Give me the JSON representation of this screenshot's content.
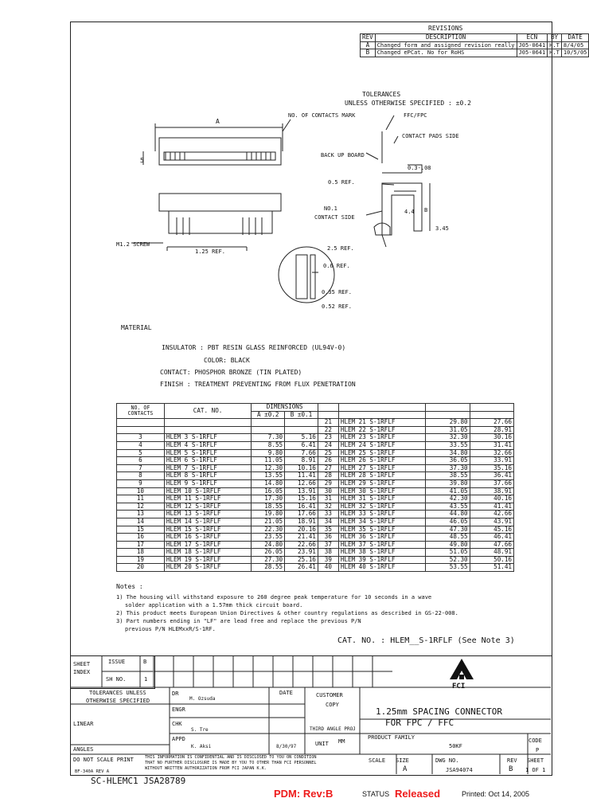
{
  "revisions": {
    "title": "REVISIONS",
    "headers": [
      "REV",
      "DESCRIPTION",
      "ECN",
      "BY",
      "DATE"
    ],
    "rows": [
      [
        "A",
        "Changed form and assigned revision really",
        "J05-0641",
        "H.T",
        "8/4/05"
      ],
      [
        "B",
        "Changed ePCat. No for RoHS",
        "J05-0641",
        "H.T",
        "10/5/05"
      ]
    ]
  },
  "drawing": {
    "tolerances": "TOLERANCES",
    "unless": "UNLESS OTHERWISE SPECIFIED : ±0.2",
    "dim_a": "A",
    "dim_b": "B",
    "dim_5": "5",
    "labels": {
      "contacts_mark": "NO. OF CONTACTS MARK",
      "fpc": "FFC/FPC",
      "pads": "CONTACT PADS SIDE",
      "backup": "BACK UP BOARD",
      "ref03": "0.3-.08",
      "ref05": "0.5 REF.",
      "no1": "NO.1",
      "contact_side": "CONTACT SIDE",
      "dim_4": "4.4",
      "dim_b2": "B",
      "dim_345": "3.45",
      "m12": "M1.2 SCREW",
      "ref125": "1.25 REF.",
      "ref25": "2.5 REF.",
      "ref06": "0.6 REF.",
      "ref035": "0.35 REF.",
      "ref052": "0.52 REF."
    }
  },
  "material": {
    "title": "MATERIAL",
    "insulator": "INSULATOR : PBT RESIN GLASS REINFORCED (UL94V-0)",
    "color": "COLOR: BLACK",
    "contact": "CONTACT: PHOSPHOR BRONZE (TIN PLATED)",
    "finish": "FINISH : TREATMENT PREVENTING FROM FLUX PENETRATION"
  },
  "table": {
    "h_contacts": "NO. OF CONTACTS",
    "h_cat": "CAT. NO.",
    "h_dims": "DIMENSIONS",
    "h_a": "A ±0.2",
    "h_b": "B ±0.1",
    "left": [
      [
        "3",
        "HLEM 3 S-1RFLF",
        "7.30",
        "5.16"
      ],
      [
        "4",
        "HLEM 4 S-1RFLF",
        "8.55",
        "6.41"
      ],
      [
        "5",
        "HLEM 5 S-1RFLF",
        "9.80",
        "7.66"
      ],
      [
        "6",
        "HLEM 6 S-1RFLF",
        "11.05",
        "8.91"
      ],
      [
        "7",
        "HLEM 7 S-1RFLF",
        "12.30",
        "10.16"
      ],
      [
        "8",
        "HLEM 8 S-1RFLF",
        "13.55",
        "11.41"
      ],
      [
        "9",
        "HLEM 9 S-1RFLF",
        "14.80",
        "12.66"
      ],
      [
        "10",
        "HLEM 10 S-1RFLF",
        "16.05",
        "13.91"
      ],
      [
        "11",
        "HLEM 11 S-1RFLF",
        "17.30",
        "15.16"
      ],
      [
        "12",
        "HLEM 12 S-1RFLF",
        "18.55",
        "16.41"
      ],
      [
        "13",
        "HLEM 13 S-1RFLF",
        "19.80",
        "17.66"
      ],
      [
        "14",
        "HLEM 14 S-1RFLF",
        "21.05",
        "18.91"
      ],
      [
        "15",
        "HLEM 15 S-1RFLF",
        "22.30",
        "20.16"
      ],
      [
        "16",
        "HLEM 16 S-1RFLF",
        "23.55",
        "21.41"
      ],
      [
        "17",
        "HLEM 17 S-1RFLF",
        "24.80",
        "22.66"
      ],
      [
        "18",
        "HLEM 18 S-1RFLF",
        "26.05",
        "23.91"
      ],
      [
        "19",
        "HLEM 19 S-1RFLF",
        "27.30",
        "25.16"
      ],
      [
        "20",
        "HLEM 20 S-1RFLF",
        "28.55",
        "26.41"
      ]
    ],
    "right": [
      [
        "21",
        "HLEM 21 S-1RFLF",
        "29.80",
        "27.66"
      ],
      [
        "22",
        "HLEM 22 S-1RFLF",
        "31.05",
        "28.91"
      ],
      [
        "23",
        "HLEM 23 S-1RFLF",
        "32.30",
        "30.16"
      ],
      [
        "24",
        "HLEM 24 S-1RFLF",
        "33.55",
        "31.41"
      ],
      [
        "25",
        "HLEM 25 S-1RFLF",
        "34.80",
        "32.66"
      ],
      [
        "26",
        "HLEM 26 S-1RFLF",
        "36.05",
        "33.91"
      ],
      [
        "27",
        "HLEM 27 S-1RFLF",
        "37.30",
        "35.16"
      ],
      [
        "28",
        "HLEM 28 S-1RFLF",
        "38.55",
        "36.41"
      ],
      [
        "29",
        "HLEM 29 S-1RFLF",
        "39.80",
        "37.66"
      ],
      [
        "30",
        "HLEM 30 S-1RFLF",
        "41.05",
        "38.91"
      ],
      [
        "31",
        "HLEM 31 S-1RFLF",
        "42.30",
        "40.16"
      ],
      [
        "32",
        "HLEM 32 S-1RFLF",
        "43.55",
        "41.41"
      ],
      [
        "33",
        "HLEM 33 S-1RFLF",
        "44.80",
        "42.66"
      ],
      [
        "34",
        "HLEM 34 S-1RFLF",
        "46.05",
        "43.91"
      ],
      [
        "35",
        "HLEM 35 S-1RFLF",
        "47.30",
        "45.16"
      ],
      [
        "36",
        "HLEM 36 S-1RFLF",
        "48.55",
        "46.41"
      ],
      [
        "37",
        "HLEM 37 S-1RFLF",
        "49.80",
        "47.66"
      ],
      [
        "38",
        "HLEM 38 S-1RFLF",
        "51.05",
        "48.91"
      ],
      [
        "39",
        "HLEM 39 S-1RFLF",
        "52.30",
        "50.16"
      ],
      [
        "40",
        "HLEM 40 S-1RFLF",
        "53.55",
        "51.41"
      ]
    ]
  },
  "notes": {
    "title": "Notes :",
    "n1a": "1) The housing will withstand exposure to 260 degree peak temperature for 10 seconds in a wave",
    "n1b": "solder application with a 1.57mm thick circuit board.",
    "n2": "2) This product meets European Union Directives & other country regulations as described in GS-22-008.",
    "n3a": "3) Part numbers ending in \"LF\" are lead free and replace the previous P/N",
    "n3b": "previous P/N HLEMxxR/S-1RF."
  },
  "catno": "CAT. NO. :  HLEM__S-1RFLF (See Note 3)",
  "title_block": {
    "sheet_index": "SHEET INDEX",
    "issue": "ISSUE",
    "issue_val": "B",
    "sh_no": "SH NO.",
    "sh_no_val": "1",
    "tol_hdr1": "TOLERANCES UNLESS",
    "tol_hdr2": "OTHERWISE SPECIFIED",
    "linear": "LINEAR",
    "angles": "ANGLES",
    "do_not_scale": "DO NOT SCALE PRINT",
    "dr": "DR",
    "dr_name": "M. Ozsuda",
    "engr": "ENGR",
    "chk": "CHK",
    "chk_name": "S. Tre",
    "appd": "APPD",
    "appd_name": "K. Aksi",
    "date_hdr": "DATE",
    "date_val": "8/30/97",
    "customer": "CUSTOMER",
    "copy": "COPY",
    "third_angle": "THIRD ANGLE PROJ",
    "unit": "UNIT",
    "unit_val": "MM",
    "title1": "1.25mm SPACING CONNECTOR",
    "title2": "FOR FPC / FFC",
    "product_family": "PRODUCT FAMILY",
    "family_val": "50KF",
    "code": "CODE",
    "code_val": "P",
    "scale": "SCALE",
    "size": "SIZE",
    "size_val": "A",
    "dwg_no": "DWG NO.",
    "dwg_val": "JSA94074",
    "rev": "REV",
    "rev_val": "B",
    "sheet": "SHEET",
    "sheet_val": "1 OF 1",
    "fci": "FCI",
    "prop1": "THIS INFORMATION IS CONFIDENTIAL AND IS DISCLOSED TO YOU ON CONDITION",
    "prop2": "THAT NO FURTHER DISCLOSURE IS MADE BY YOU TO OTHER THAN FCI PERSONNEL",
    "prop3": "WITHOUT WRITTEN AUTHORIZATION FROM FCI JAPAN K.K.",
    "form": "BF-340A REV A"
  },
  "footer": {
    "ident": "SC-HLEMC1 JSA28789",
    "pdm": "PDM: Rev:B",
    "status_label": "STATUS",
    "status_val": "Released",
    "printed": "Printed: Oct 14, 2005"
  }
}
